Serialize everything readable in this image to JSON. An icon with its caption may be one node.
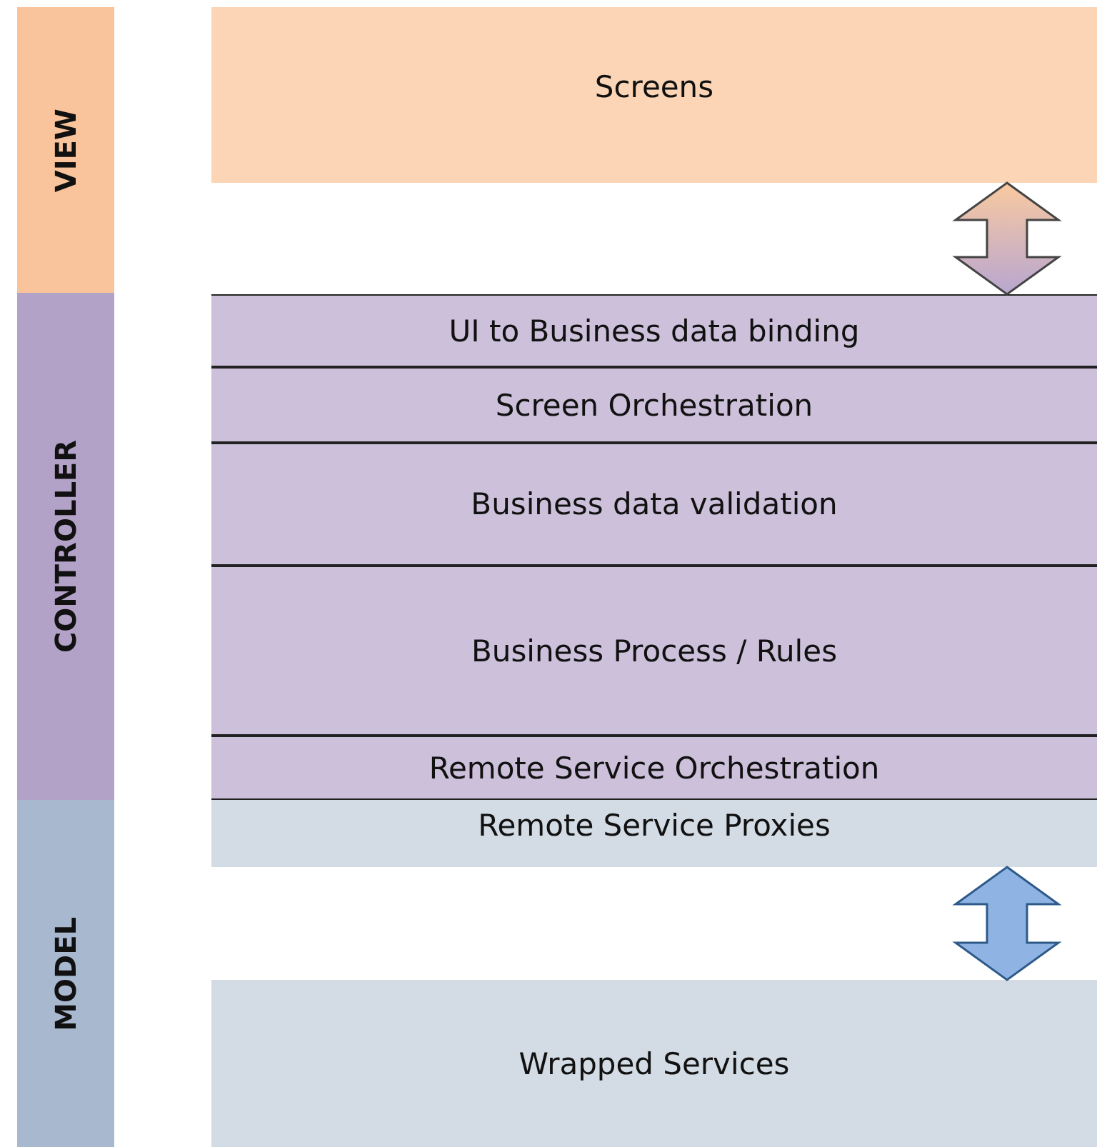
{
  "diagram": {
    "nodes": [
      {
        "text": [
          "VIEW"
        ]
      },
      {
        "text": [
          "CONTROLLER"
        ]
      },
      {
        "text": [
          "MODEL"
        ]
      },
      {
        "text": [
          "Screens"
        ]
      },
      {
        "text": [
          "UI to Business data binding"
        ]
      },
      {
        "text": [
          "Screen Orchestration"
        ]
      },
      {
        "text": [
          "Business data validation"
        ]
      },
      {
        "text": [
          "Business Process / Rules"
        ]
      },
      {
        "text": [
          "Remote Service Orchestration"
        ]
      },
      {
        "text": [
          "Remote Service Proxies"
        ]
      },
      {
        "text": [
          "Wrapped Services"
        ]
      }
    ],
    "edges": [
      {
        "from": 3,
        "to": 4,
        "arrow": "both"
      },
      {
        "from": 9,
        "to": 10,
        "arrow": "both"
      }
    ]
  }
}
